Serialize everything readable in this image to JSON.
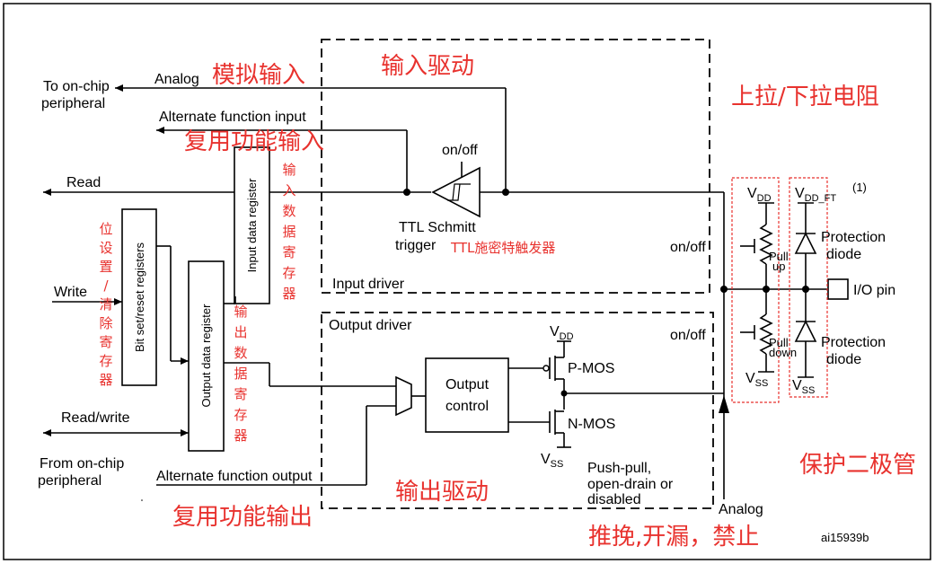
{
  "figure_id": "ai15939b",
  "colors": {
    "annotation": "#e8322e",
    "line": "#000000"
  },
  "labels": {
    "analog_top": "Analog",
    "to_onchip": "To on-chip",
    "peripheral_top": "peripheral",
    "alt_func_input": "Alternate function input",
    "read": "Read",
    "write": "Write",
    "read_write": "Read/write",
    "from_onchip": "From on-chip",
    "peripheral_bottom": "peripheral",
    "alt_func_output": "Alternate function output",
    "on_off_schmitt": "on/off",
    "ttl_schmitt": "TTL Schmitt",
    "trigger": "trigger",
    "input_driver": "Input driver",
    "output_driver": "Output driver",
    "input_data_register": "Input data register",
    "output_data_register": "Output data register",
    "bit_set_reset_registers": "Bit set/reset registers",
    "output_control_1": "Output",
    "output_control_2": "control",
    "vdd_out": "VDD",
    "vss_out": "VSS",
    "pmos": "P-MOS",
    "nmos": "N-MOS",
    "push_pull_1": "Push-pull,",
    "push_pull_2": "open-drain or",
    "push_pull_3": "disabled",
    "on_off_pullup": "on/off",
    "on_off_pulldown": "on/off",
    "vdd_pull": "VDD",
    "vss_pull": "VSS",
    "pull_up_1": "Pull",
    "pull_up_2": "up",
    "pull_down_1": "Pull",
    "pull_down_2": "down",
    "vdd_ft": "VDD_FT",
    "vdd_ft_note": "(1)",
    "vss_prot": "VSS",
    "protection_diode_top_1": "Protection",
    "protection_diode_top_2": "diode",
    "protection_diode_bottom_1": "Protection",
    "protection_diode_bottom_2": "diode",
    "io_pin": "I/O pin",
    "analog_bottom": "Analog",
    "figure_ref": "ai15939b"
  },
  "annotations_cn": {
    "analog_input": "模拟输入",
    "input_drive": "输入驱动",
    "pull_up_down_resistor": "上拉/下拉电阻",
    "alt_func_input": "复用功能输入",
    "input_data_reg_chars": [
      "输",
      "入",
      "数",
      "据",
      "寄",
      "存",
      "器"
    ],
    "bit_set_reset_chars": [
      "位",
      "设",
      "置",
      "/",
      "清",
      "除",
      "寄",
      "存",
      "器"
    ],
    "output_data_reg_chars": [
      "输",
      "出",
      "数",
      "据",
      "寄",
      "存",
      "器"
    ],
    "ttl_schmitt": "TTL施密特触发器",
    "protection_diode": "保护二极管",
    "output_drive": "输出驱动",
    "alt_func_output": "复用功能输出",
    "push_pull_open_drain_disable": "推挽,开漏，禁止"
  }
}
